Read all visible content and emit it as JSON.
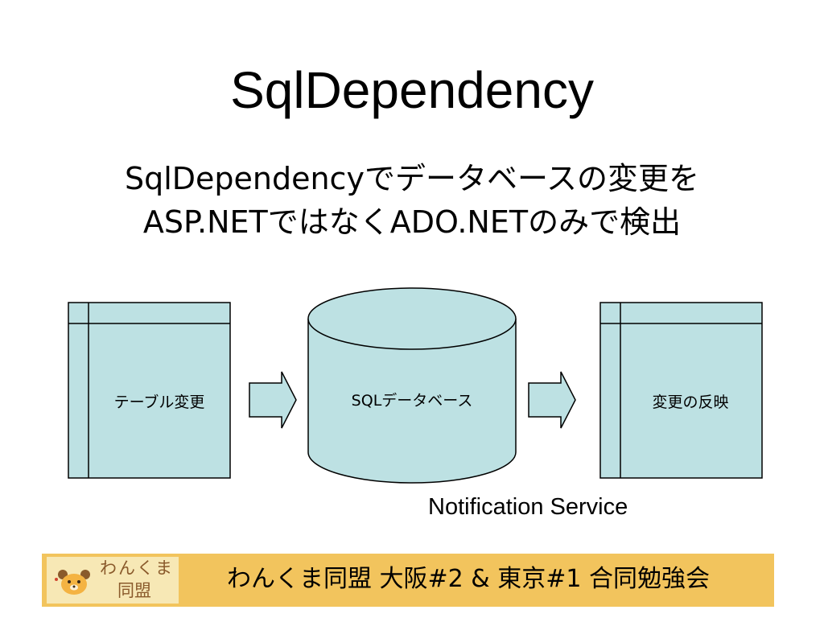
{
  "slide": {
    "title": "SqlDependency",
    "subtitle_line1": "SqlDependencyでデータベースの変更を",
    "subtitle_line2": "ASP.NETではなくADO.NETのみで検出"
  },
  "diagram": {
    "left_box_label": "テーブル変更",
    "database_label": "SQLデータベース",
    "right_box_label": "変更の反映",
    "caption": "Notification Service"
  },
  "footer": {
    "logo_line1": "わんくま",
    "logo_line2": "同盟",
    "event_text": "わんくま同盟 大阪#2 & 東京#1 合同勉強会"
  },
  "colors": {
    "shape_fill": "#bde1e3",
    "footer_background": "#f2c45d",
    "logo_background": "#f7e8b5"
  }
}
